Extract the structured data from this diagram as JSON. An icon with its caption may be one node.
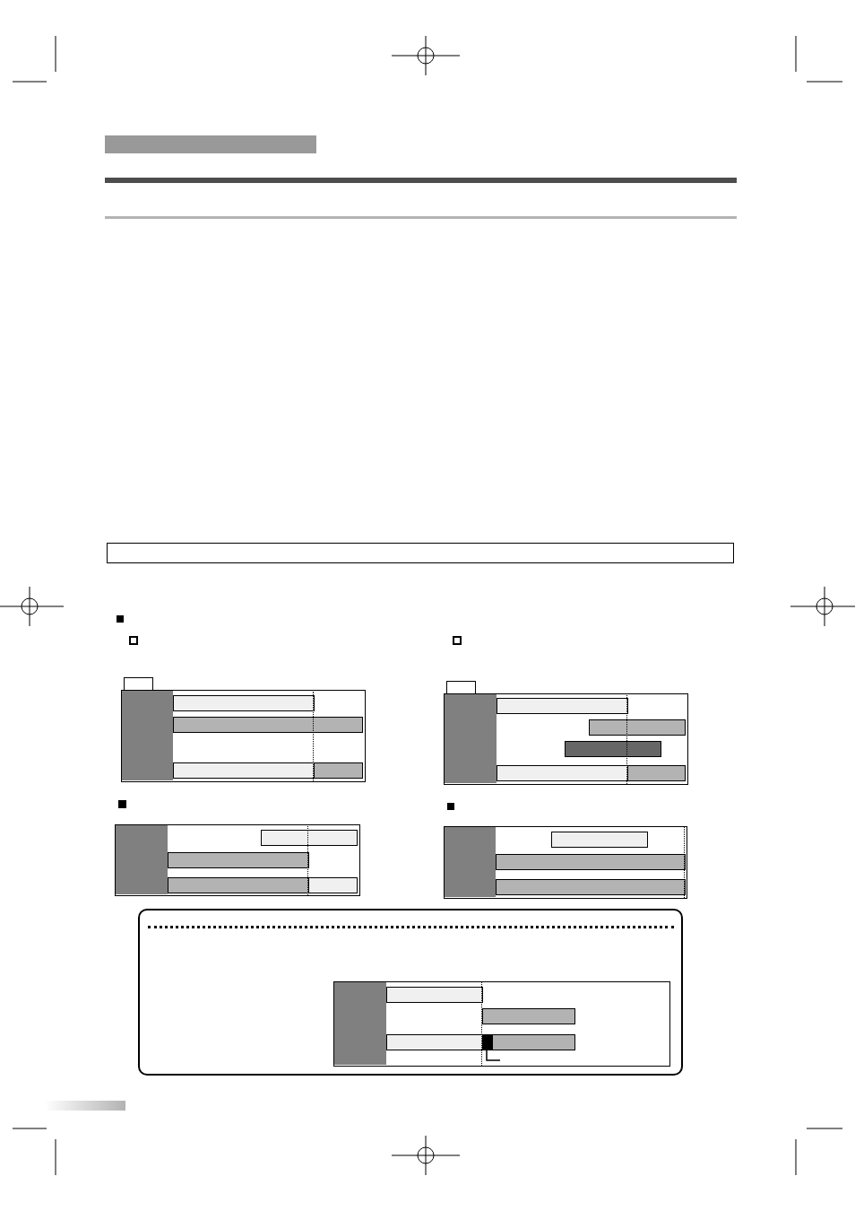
{
  "diagram": {
    "nodes": [
      {
        "text": [],
        "shape": "bar"
      },
      {
        "text": [],
        "shape": "box"
      },
      {
        "text": [],
        "shape": "box"
      },
      {
        "text": [],
        "shape": "box"
      },
      {
        "text": [],
        "shape": "bar",
        "in": 3
      },
      {
        "text": [],
        "shape": "bar",
        "in": 3
      },
      {
        "text": [],
        "shape": "bar",
        "in": 3
      },
      {
        "text": [],
        "shape": "bar",
        "in": 3
      },
      {
        "text": [],
        "shape": "box"
      },
      {
        "text": [],
        "shape": "box"
      },
      {
        "text": [],
        "shape": "bar",
        "in": 9
      },
      {
        "text": [],
        "shape": "bar",
        "in": 9
      },
      {
        "text": [],
        "shape": "bar",
        "in": 9
      },
      {
        "text": [],
        "shape": "bar",
        "in": 9
      },
      {
        "text": [],
        "shape": "bar",
        "in": 9
      },
      {
        "text": [],
        "shape": "box"
      },
      {
        "text": [],
        "shape": "bar",
        "in": 15
      },
      {
        "text": [],
        "shape": "bar",
        "in": 15
      },
      {
        "text": [],
        "shape": "bar",
        "in": 15
      },
      {
        "text": [],
        "shape": "bar",
        "in": 15
      },
      {
        "text": [],
        "shape": "box"
      },
      {
        "text": [],
        "shape": "bar",
        "in": 20
      },
      {
        "text": [],
        "shape": "bar",
        "in": 20
      },
      {
        "text": [],
        "shape": "bar",
        "in": 20
      },
      {
        "text": [],
        "shape": "box"
      },
      {
        "text": [],
        "shape": "box",
        "in": 24
      },
      {
        "text": [],
        "shape": "bar",
        "in": 25
      },
      {
        "text": [],
        "shape": "bar",
        "in": 25
      },
      {
        "text": [],
        "shape": "bar",
        "in": 25
      },
      {
        "text": [],
        "shape": "bar",
        "in": 25
      },
      {
        "text": [],
        "shape": "bar",
        "in": 25
      }
    ],
    "edges": [
      {
        "from": null,
        "to": 29,
        "arrow": "none"
      }
    ]
  }
}
